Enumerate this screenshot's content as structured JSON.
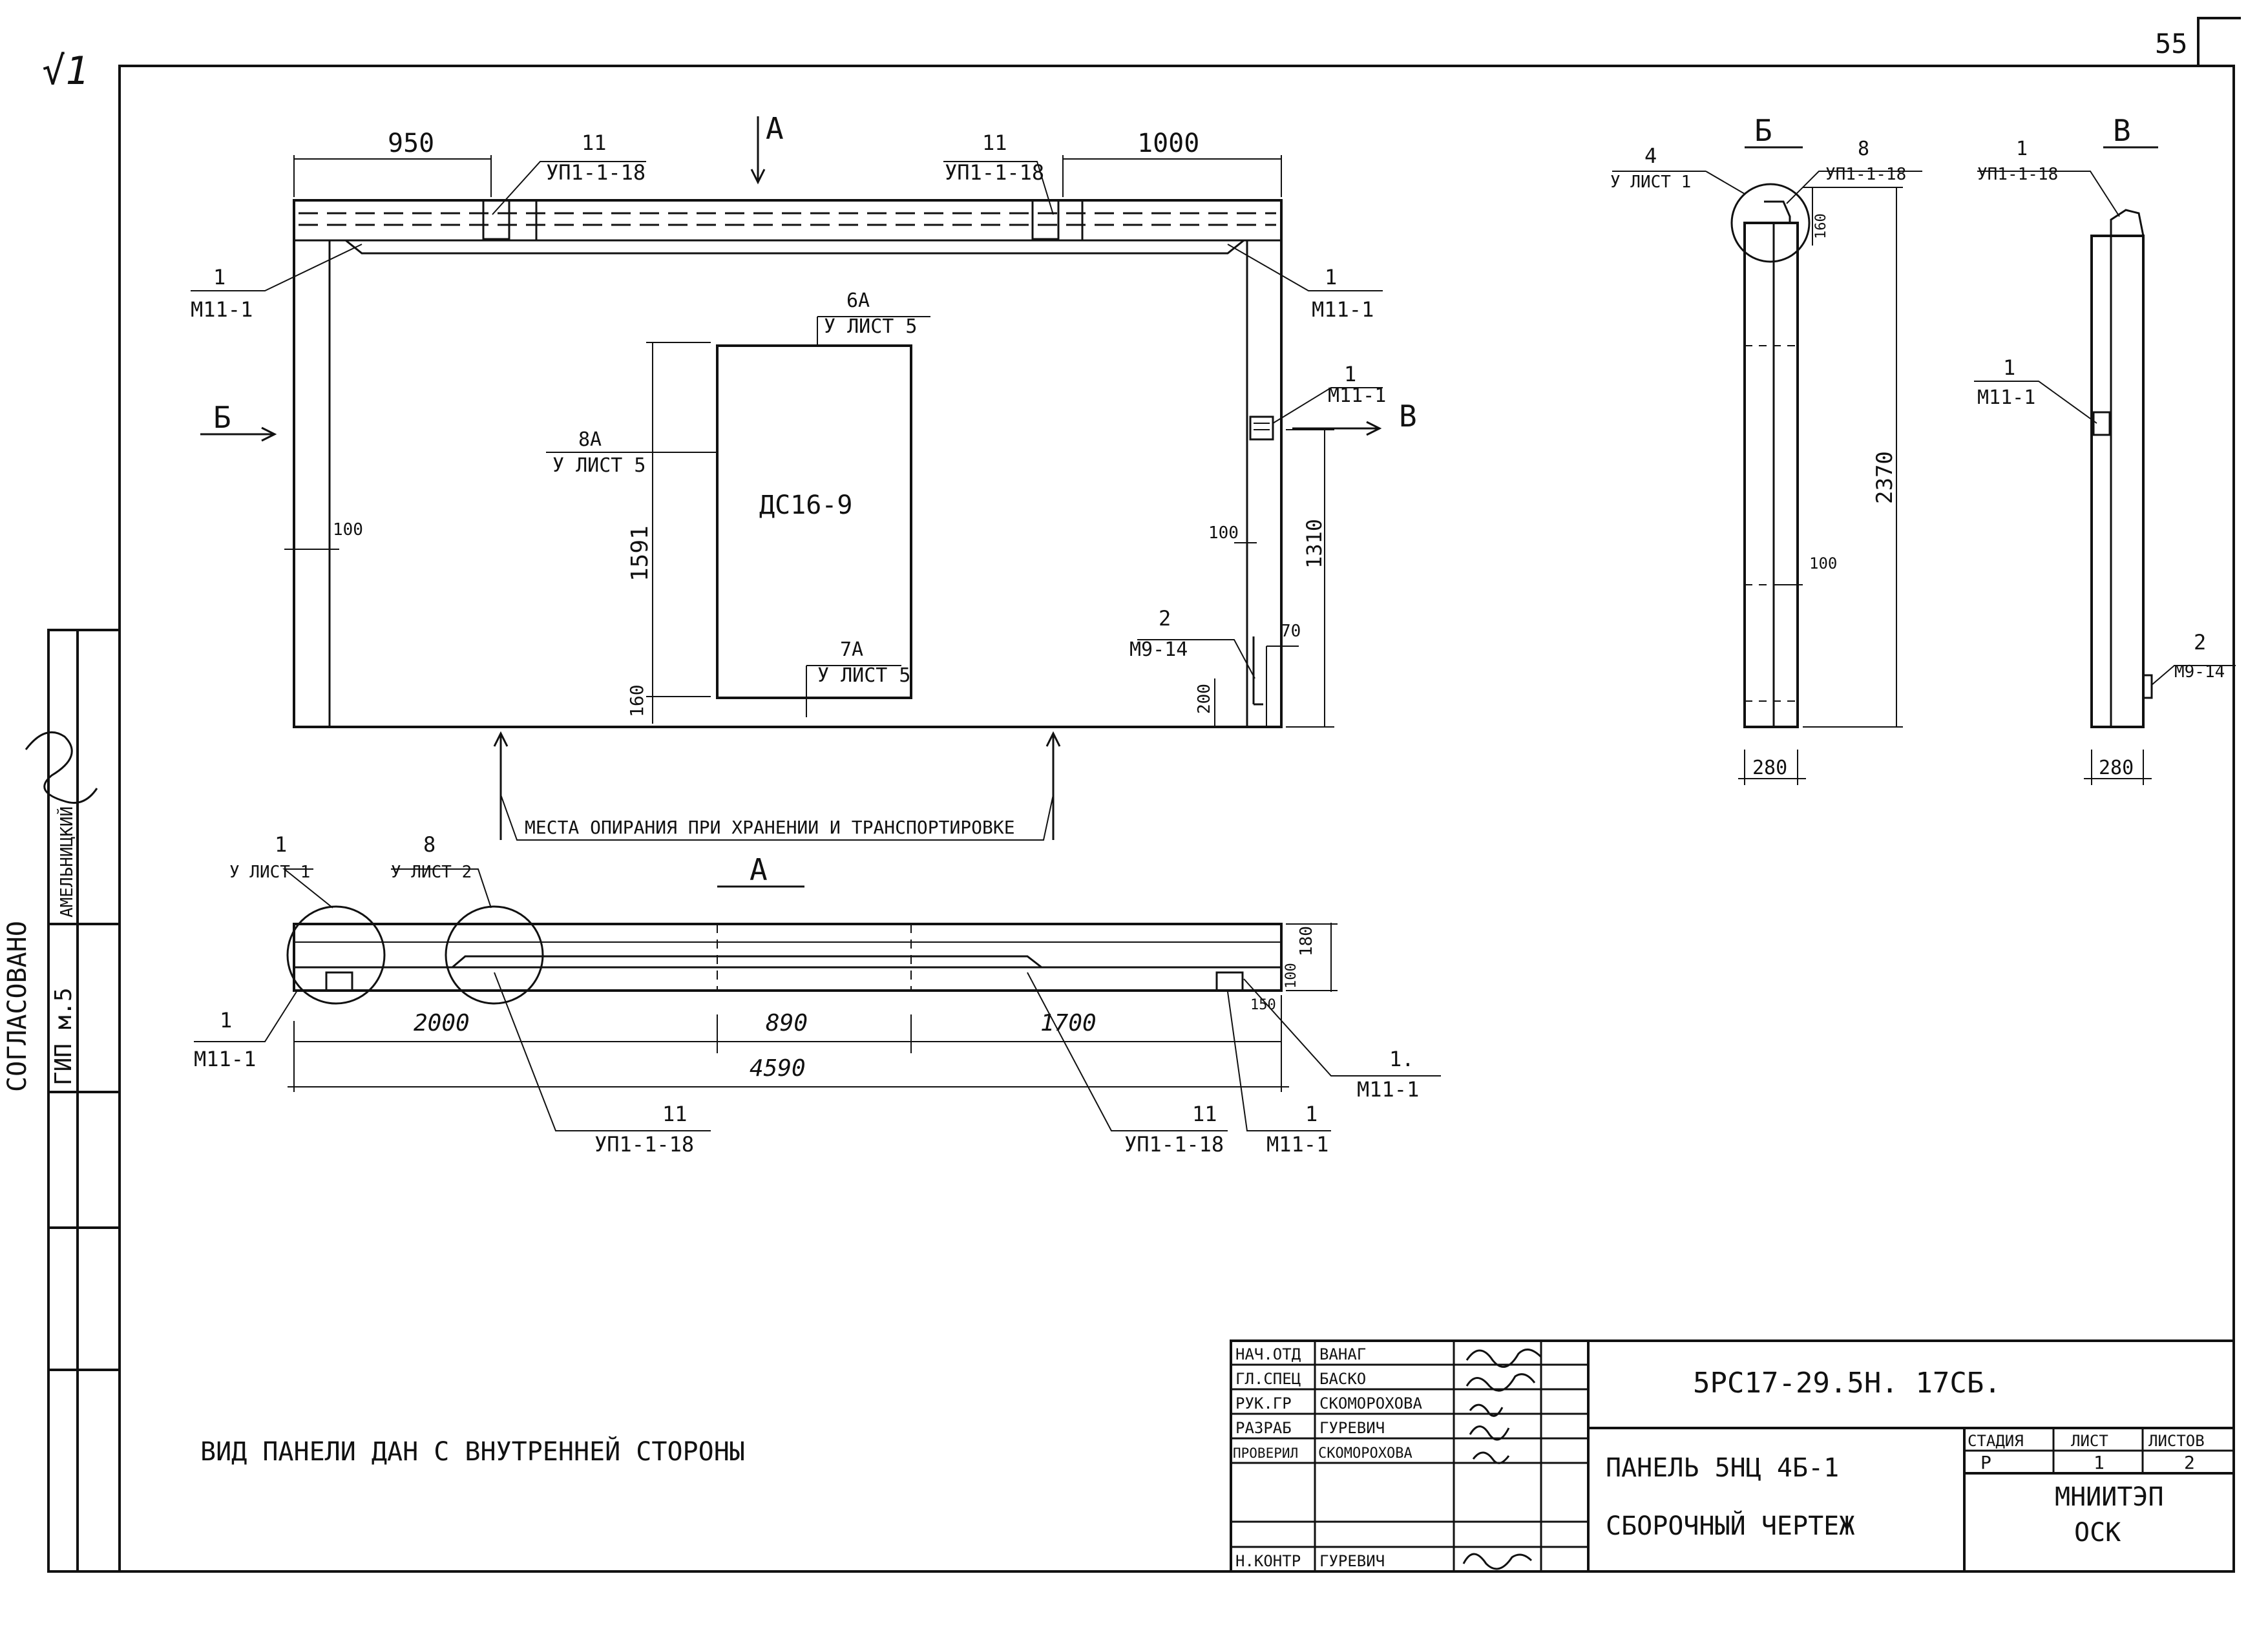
{
  "page": {
    "sheet_number": "55",
    "corner_mark": "√1"
  },
  "labels": {
    "dim_950": "950",
    "dim_1000": "1000",
    "section_a_arrow": "А",
    "up_num_left": "11",
    "up_code_left": "УП1-1-18",
    "up_num_right": "11",
    "up_code_right": "УП1-1-18",
    "m11_num_left": "1",
    "m11_code_left": "М11-1",
    "m11_num_right": "1",
    "m11_code_right": "М11-1",
    "m11_num_side": "1",
    "m11_code_side": "М11-1",
    "b_arrow": "Б",
    "v_arrow": "В",
    "ref6a_num": "6А",
    "ref6a_sheet": "У ЛИСТ 5",
    "ref8a_num": "8А",
    "ref8a_sheet": "У ЛИСТ 5",
    "ref7a_num": "7А",
    "ref7a_sheet": "У ЛИСТ 5",
    "opening_mark": "ДС16-9",
    "dim_1591": "1591",
    "dim_160_open": "160",
    "dim_100_left": "100",
    "dim_100_right": "100",
    "dim_1310": "1310",
    "dim_70": "70",
    "dim_200": "200",
    "m9_num": "2",
    "m9_code": "М9-14",
    "support_note": "МЕСТА ОПИРАНИЯ ПРИ ХРАНЕНИИ И ТРАНСПОРТИРОВКЕ",
    "section_a_title": "А",
    "bot_ref1_num": "1",
    "bot_ref1_sheet": "У ЛИСТ 1",
    "bot_ref8_num": "8",
    "bot_ref8_sheet": "У ЛИСТ 2",
    "dim_180": "180",
    "dim_100_bot": "100",
    "dim_150": "150",
    "dim_2000": "2000",
    "dim_890": "890",
    "dim_1700": "1700",
    "dim_4590": "4590",
    "bot_m11_left_num": "1",
    "bot_m11_left_code": "М11-1",
    "bot_up_left_num": "11",
    "bot_up_left_code": "УП1-1-18",
    "bot_up_right_num": "11",
    "bot_up_right_code": "УП1-1-18",
    "bot_m11_mid_num": "1",
    "bot_m11_mid_code": "М11-1",
    "bot_m11_right_num": "1.",
    "bot_m11_right_code": "М11-1",
    "secb_title": "Б",
    "secb_ref4_num": "4",
    "secb_ref4_sheet": "У ЛИСТ 1",
    "secb_ref8_num": "8",
    "secb_ref8_code": "УП1-1-18",
    "secb_dim_160": "160",
    "secb_dim_2370": "2370",
    "secb_dim_100": "100",
    "secb_dim_280": "280",
    "secv_title": "В",
    "secv_up_num": "1",
    "secv_up_code": "УП1-1-18",
    "secv_m11_num": "1",
    "secv_m11_code": "М11-1",
    "secv_m9_num": "2",
    "secv_m9_code": "М9-14",
    "secv_dim_280": "280",
    "view_note": "ВИД ПАНЕЛИ ДАН С ВНУТРЕННЕЙ СТОРОНЫ"
  },
  "side_stamp": {
    "agreed": "СОГЛАСОВАНО",
    "dept": "ГИП м.5",
    "name": "АМЕЛЬНИЦКИЙ"
  },
  "title_block": {
    "roles": [
      {
        "role": "НАЧ.ОТД",
        "name": "ВАНАГ"
      },
      {
        "role": "ГЛ.СПЕЦ",
        "name": "БАСКО"
      },
      {
        "role": "РУК.ГР",
        "name": "СКОМОРОХОВА"
      },
      {
        "role": "РАЗРАБ",
        "name": "ГУРЕВИЧ"
      },
      {
        "role": "ПРОВЕРИЛ",
        "name": "СКОМОРОХОВА"
      },
      {
        "role": "",
        "name": ""
      },
      {
        "role": "Н.КОНТР",
        "name": "ГУРЕВИЧ"
      }
    ],
    "code": "5РС17-29.5Н. 17СБ.",
    "title_line1": "ПАНЕЛЬ 5НЦ 4Б-1",
    "title_line2": "СБОРОЧНЫЙ ЧЕРТЕЖ",
    "stage_label": "СТАДИЯ",
    "sheet_label": "ЛИСТ",
    "sheets_label": "ЛИСТОВ",
    "stage": "Р",
    "sheet": "1",
    "sheets": "2",
    "org_line1": "МНИИТЭП",
    "org_line2": "ОСК"
  }
}
